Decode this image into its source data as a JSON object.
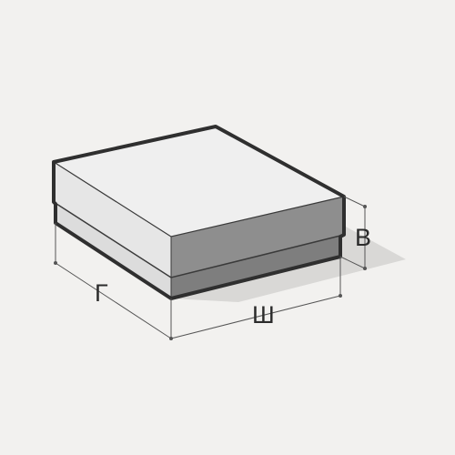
{
  "diagram": {
    "labels": {
      "height": "В",
      "width": "Ш",
      "depth": "Г"
    },
    "colors": {
      "background": "#f2f1ef",
      "outline": "#2f2f2f",
      "lid_top": "#efefef",
      "lid_left": "#e6e6e6",
      "lid_front": "#8e8e8e",
      "base_left": "#dcdcdc",
      "base_front": "#7e7e7e",
      "shadow": "#d9d8d6",
      "dimension_line": "#555555"
    }
  }
}
